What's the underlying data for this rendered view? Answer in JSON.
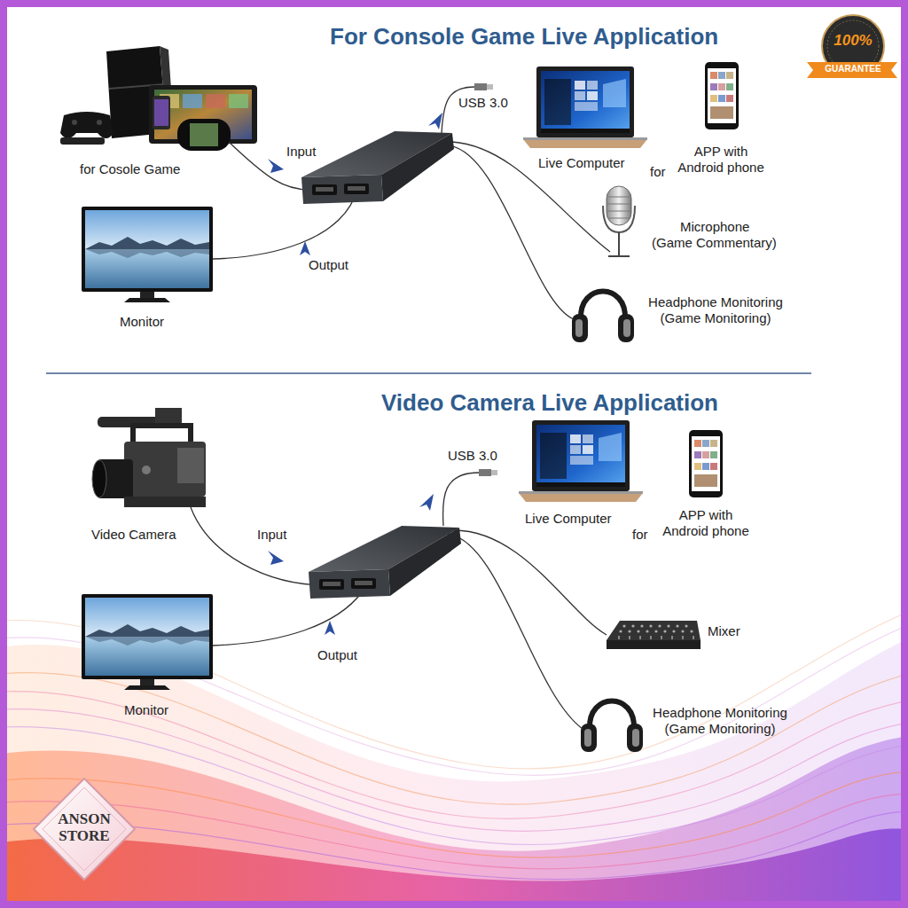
{
  "diagram": {
    "title": "For Console Game Live Application",
    "labels": [
      "Video Camera Live Application",
      "100%",
      "GUARANTEE",
      "USB 3.0",
      "Input",
      "Output",
      "for Cosole Game",
      "Monitor",
      "Live Computer",
      "for",
      "APP with Android phone",
      "Microphone (Game Commentary)",
      "Headphone Monitoring (Game Monitoring)",
      "Video Camera",
      "Input",
      "USB 3.0",
      "Live Computer",
      "for",
      "APP with Android phone",
      "Output",
      "Monitor",
      "Mixer",
      "Headphone Monitoring (Game Monitoring)",
      "ANSON STORE"
    ]
  }
}
